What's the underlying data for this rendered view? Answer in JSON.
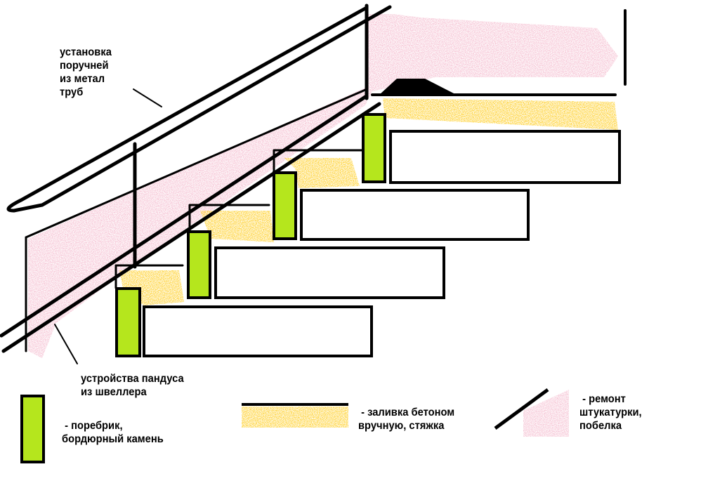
{
  "colors": {
    "curb": "#b5e61d",
    "concrete": "#ffc90e",
    "plaster": "#f4b8cc",
    "line": "#000000"
  },
  "labels": {
    "handrail": "установка\nпоручней\nиз метал\nтруб",
    "ramp": "устройства пандуса\nиз швеллера"
  },
  "legend": [
    {
      "key": "curb",
      "text": " - поребрик,\nбордюрный камень"
    },
    {
      "key": "concrete",
      "text": " - заливка бетоном\nвручную, стяжка"
    },
    {
      "key": "plaster",
      "text": " - ремонт\nштукатурки,\nпобелка"
    }
  ]
}
